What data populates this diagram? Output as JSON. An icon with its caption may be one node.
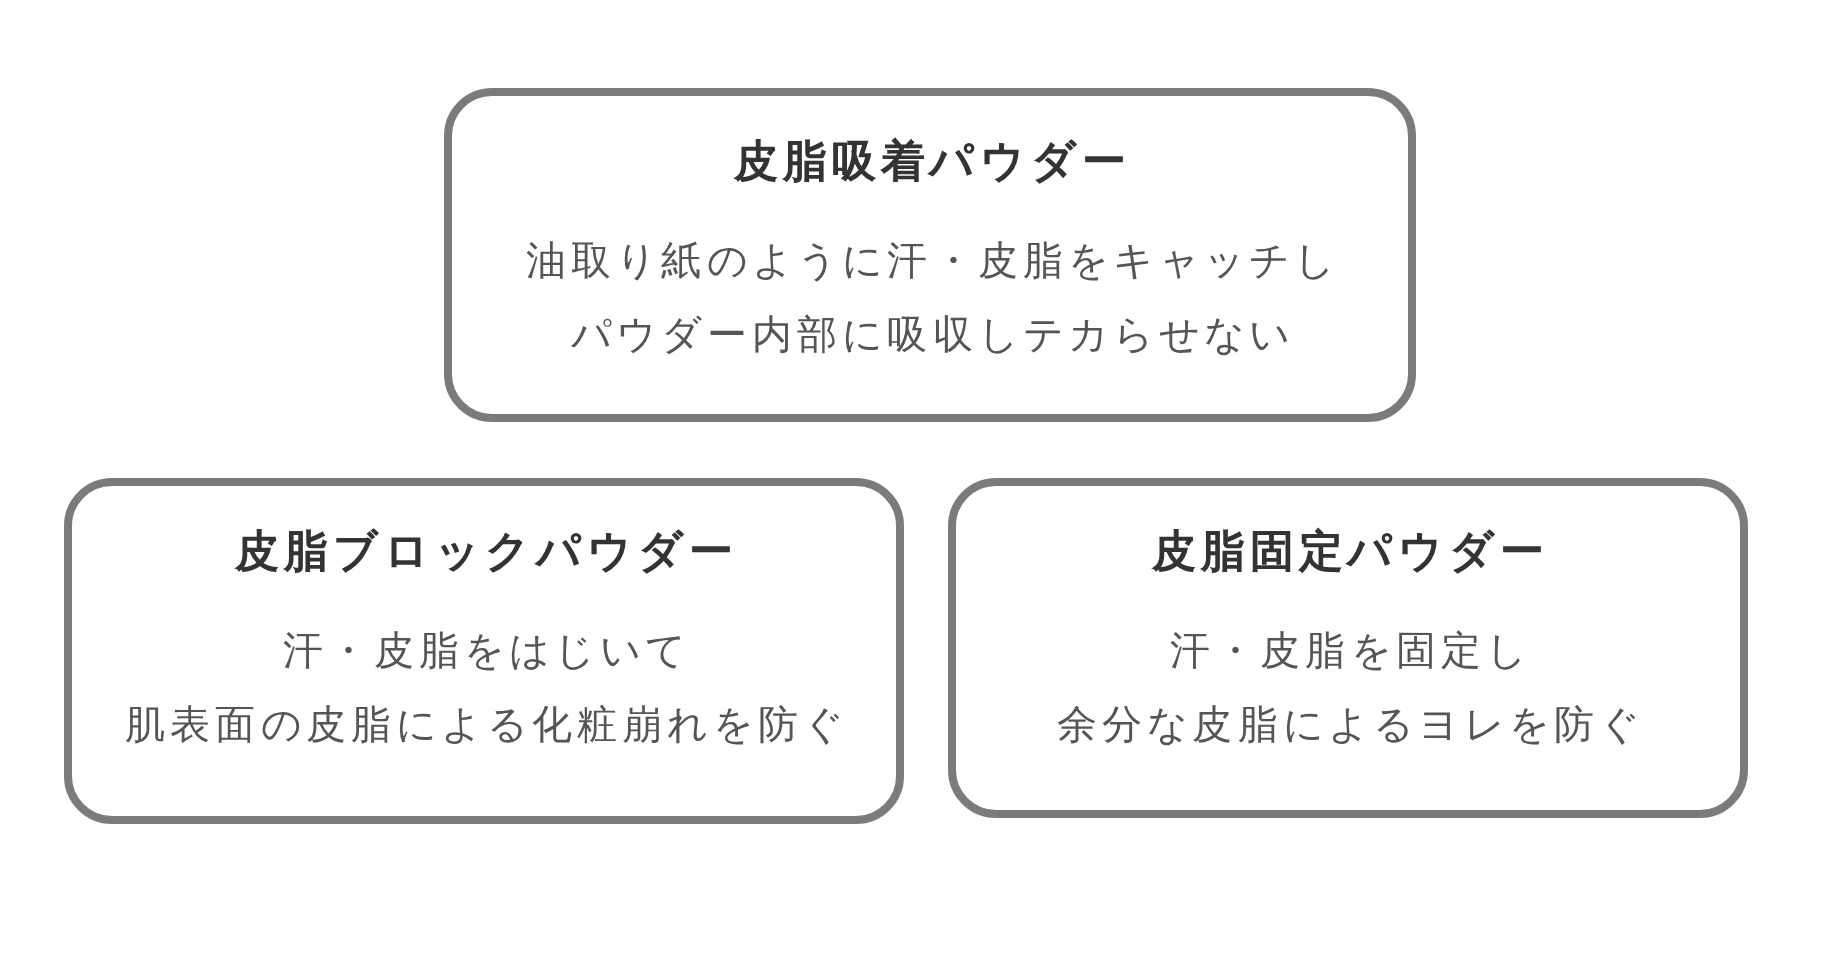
{
  "diagram": {
    "nodes": [
      {
        "text": [
          "皮脂吸着パウダー",
          "油取り紙のように汗・皮脂をキャッチし",
          "パウダー内部に吸収しテカらせない"
        ]
      },
      {
        "text": [
          "皮脂ブロックパウダー",
          "汗・皮脂をはじいて",
          "肌表面の皮脂による化粧崩れを防ぐ"
        ]
      },
      {
        "text": [
          "皮脂固定パウダー",
          "汗・皮脂を固定し",
          "余分な皮脂によるヨレを防ぐ"
        ]
      }
    ]
  }
}
